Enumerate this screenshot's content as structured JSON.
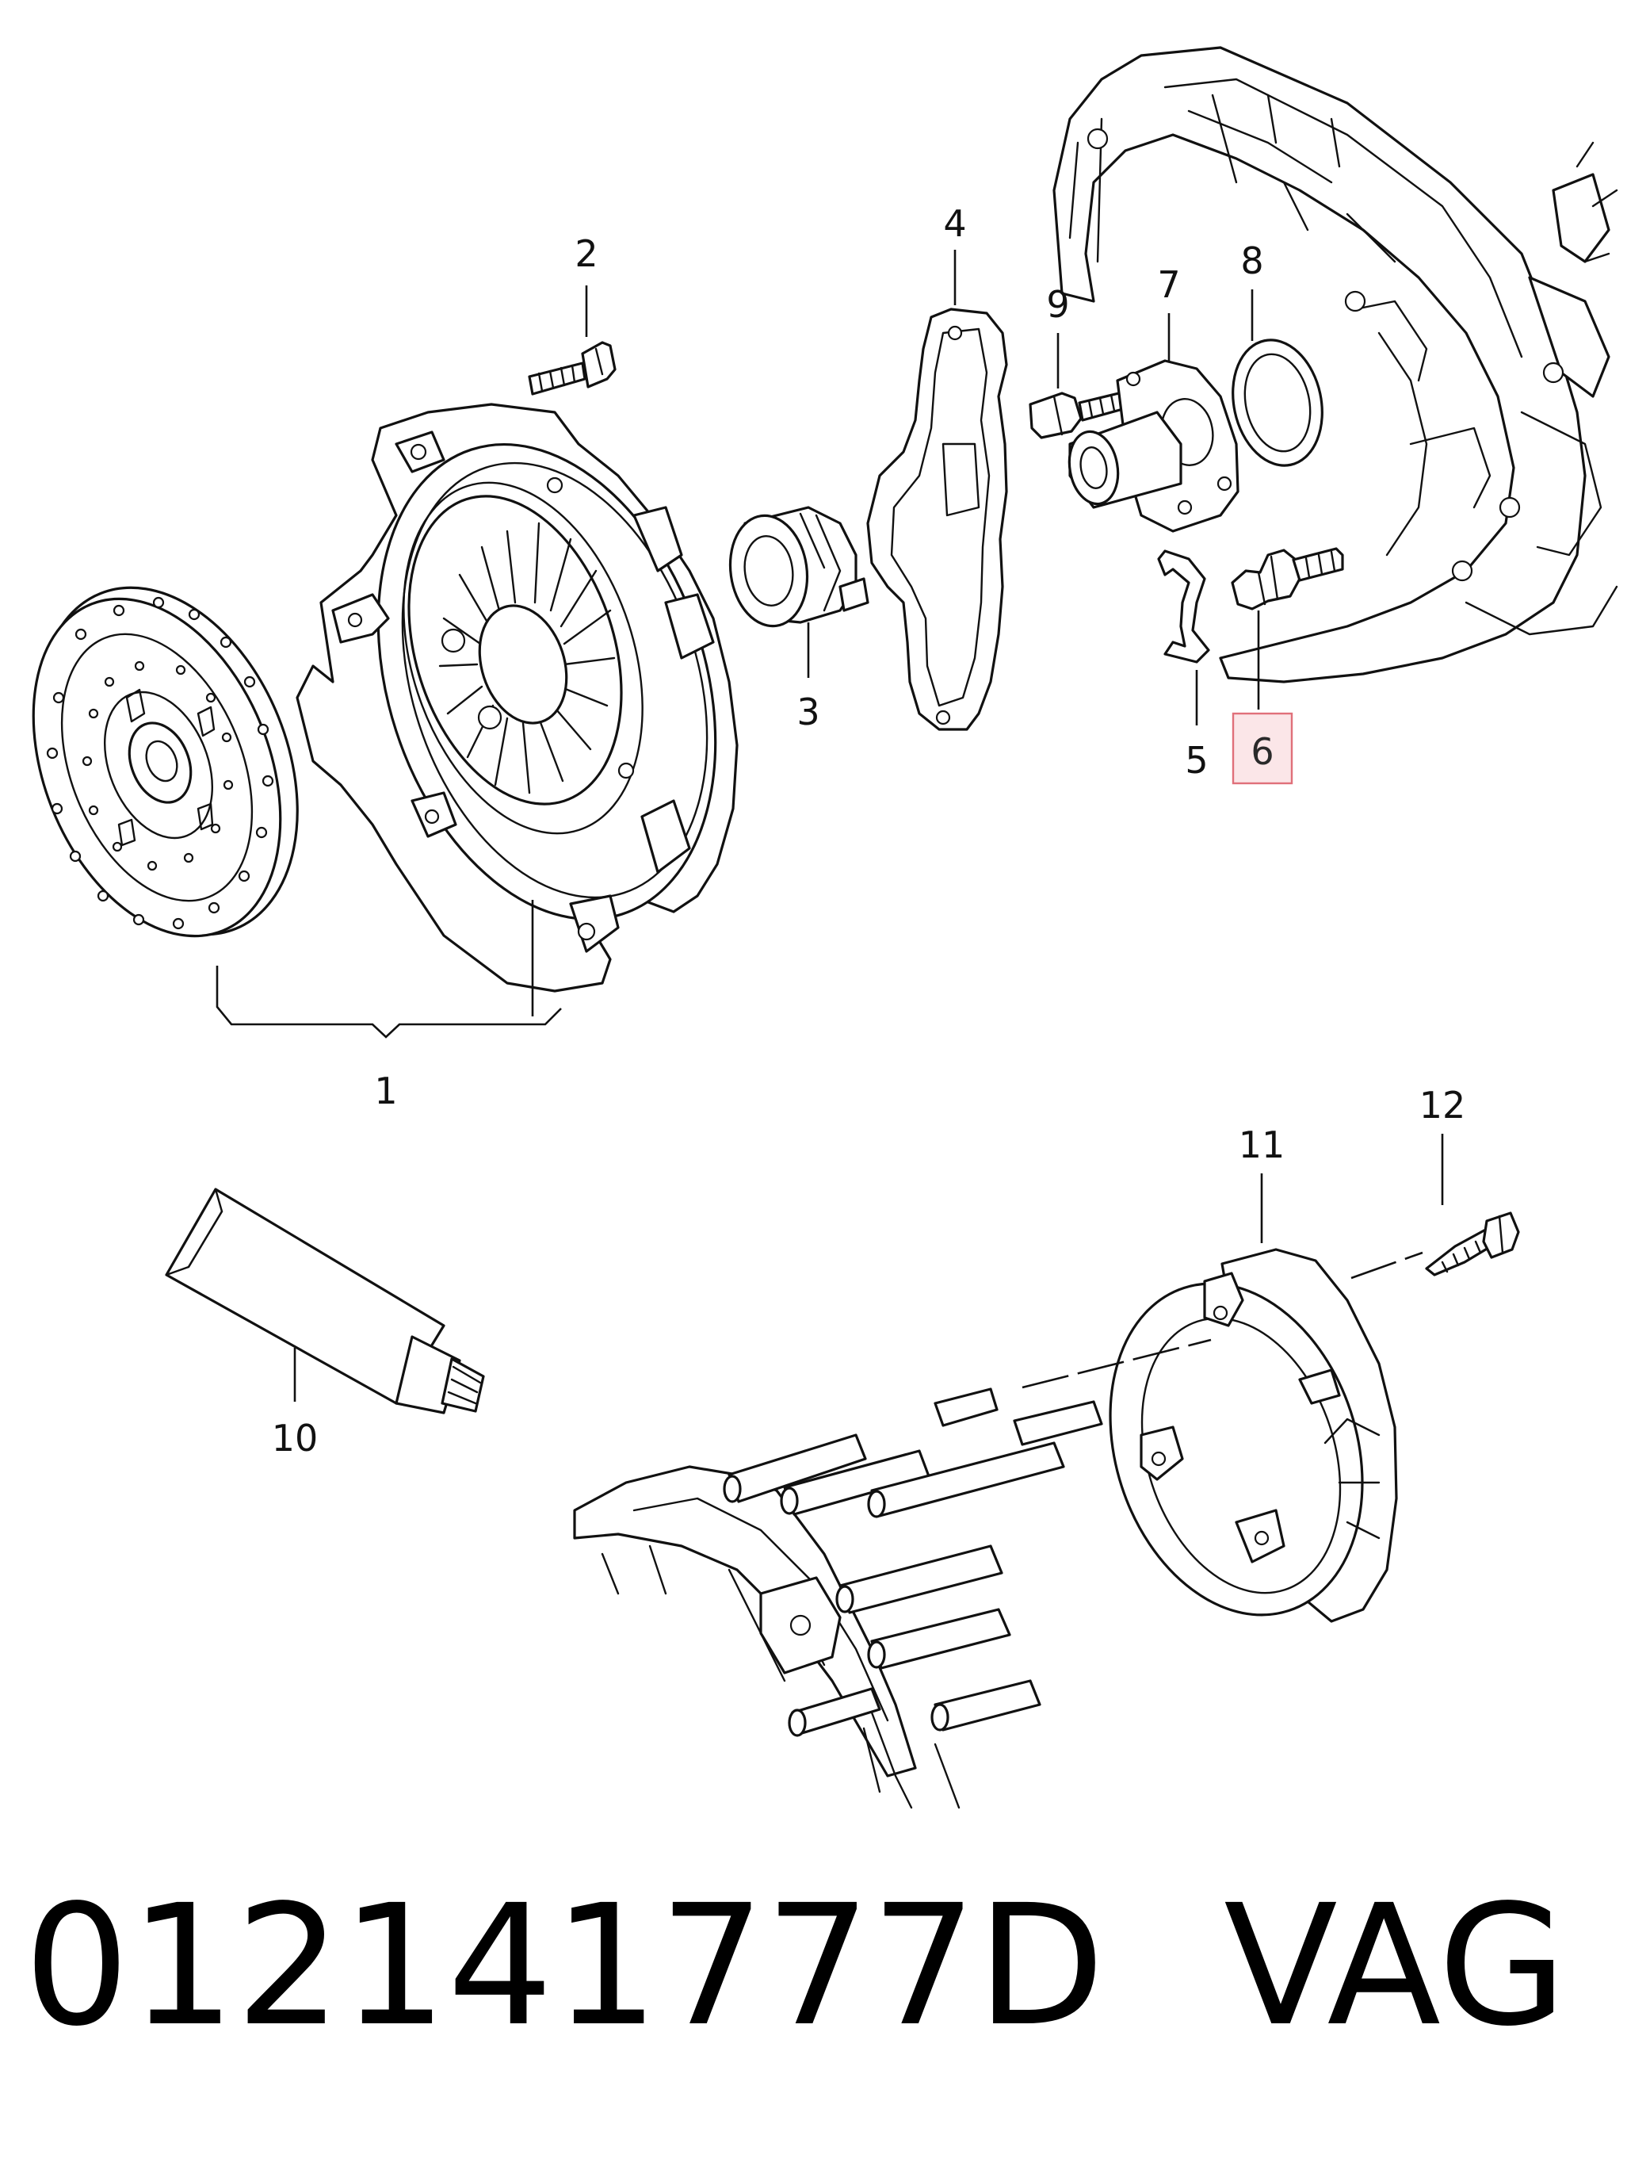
{
  "callouts": {
    "c1": "1",
    "c2": "2",
    "c3": "3",
    "c4": "4",
    "c5": "5",
    "c6": "6",
    "c7": "7",
    "c8": "8",
    "c9": "9",
    "c10": "10",
    "c11": "11",
    "c12": "12"
  },
  "highlight": {
    "part": "6",
    "border_color": "#e0707a",
    "fill_color": "#fbe6e8"
  },
  "footer": {
    "part_number": "012141777D",
    "vendor": "VAG"
  }
}
